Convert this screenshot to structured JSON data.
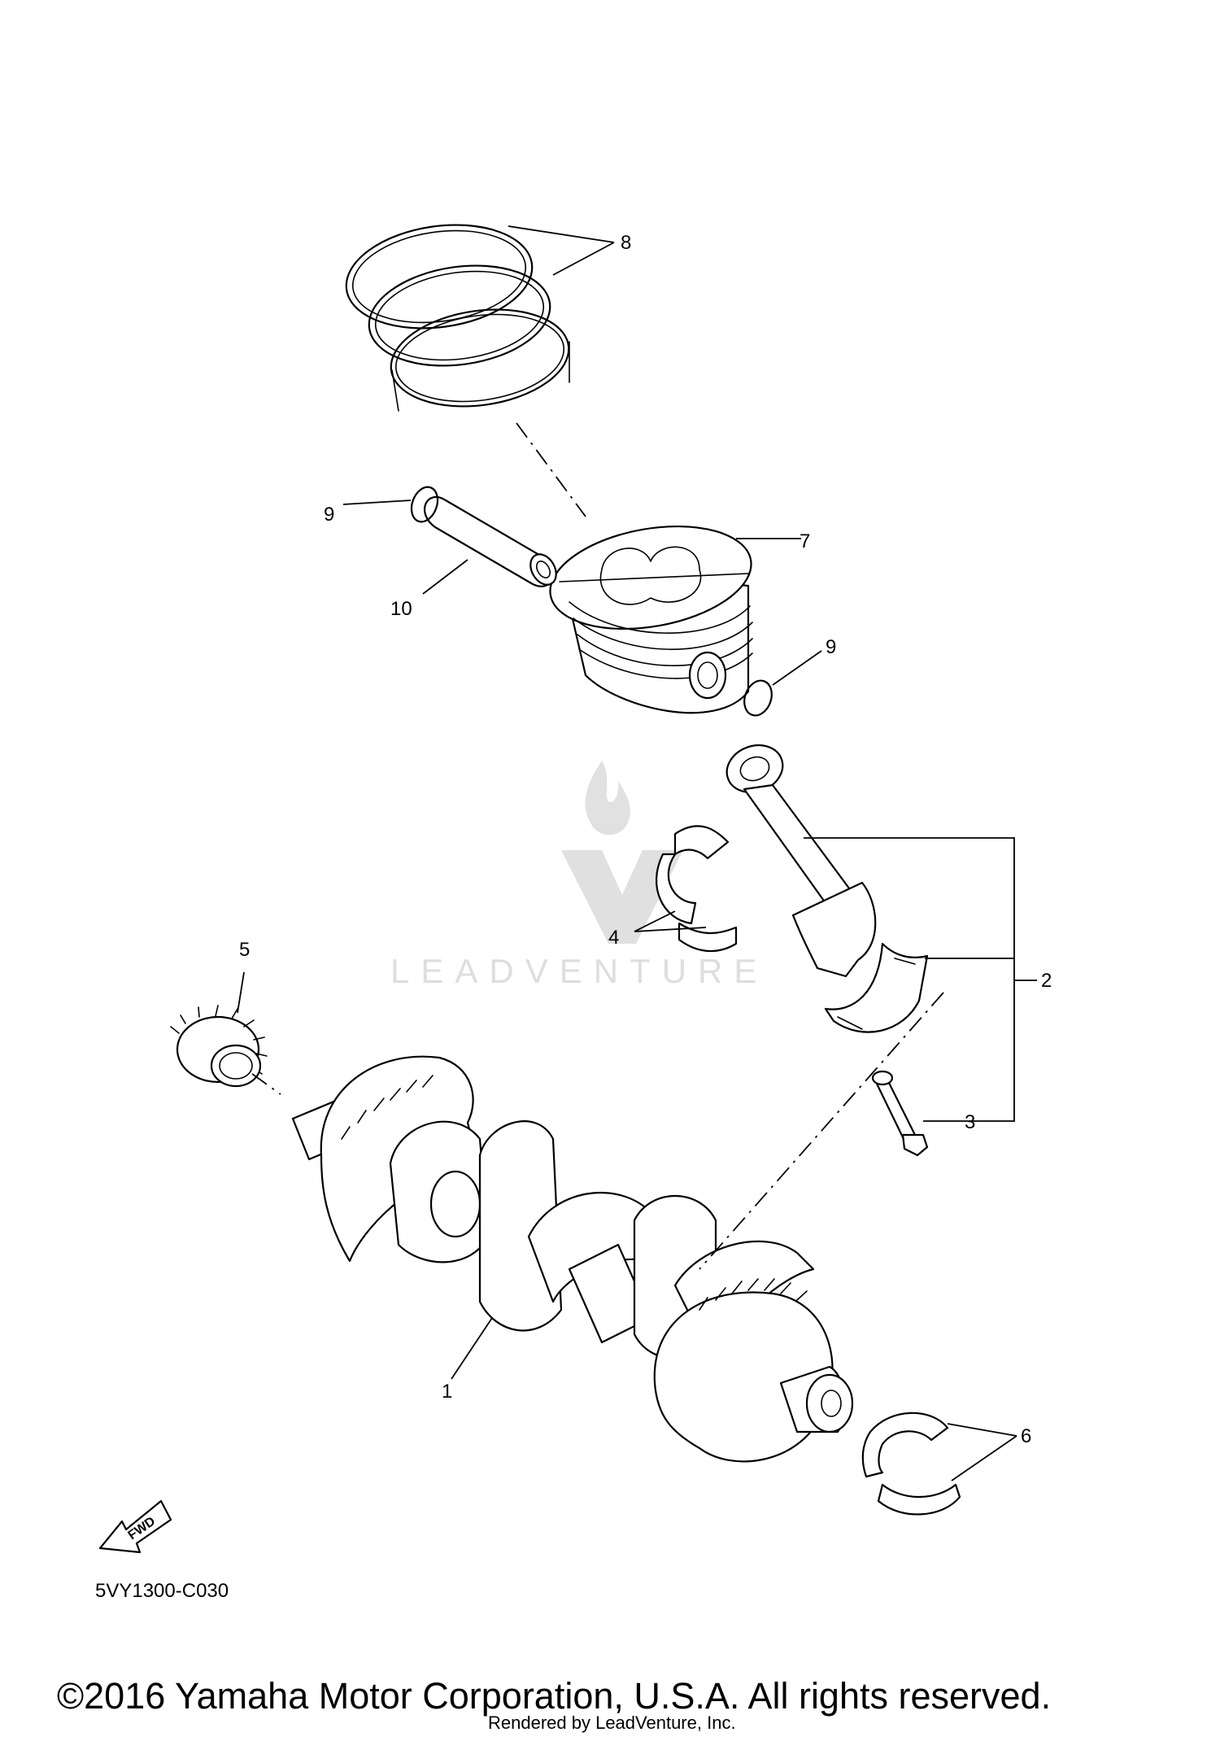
{
  "diagram": {
    "callouts": [
      {
        "id": "1",
        "text": "1"
      },
      {
        "id": "2",
        "text": "2"
      },
      {
        "id": "3",
        "text": "3"
      },
      {
        "id": "4",
        "text": "4"
      },
      {
        "id": "5",
        "text": "5"
      },
      {
        "id": "6",
        "text": "6"
      },
      {
        "id": "7",
        "text": "7"
      },
      {
        "id": "8",
        "text": "8"
      },
      {
        "id": "9a",
        "text": "9"
      },
      {
        "id": "9b",
        "text": "9"
      },
      {
        "id": "10",
        "text": "10"
      }
    ],
    "fwd_label": "FWD",
    "diagram_code": "5VY1300-C030"
  },
  "watermark": {
    "text": "LEADVENTURE"
  },
  "footer": {
    "copyright": "©2016 Yamaha Motor Corporation, U.S.A. All rights reserved.",
    "rendered_by": "Rendered by LeadVenture, Inc."
  }
}
